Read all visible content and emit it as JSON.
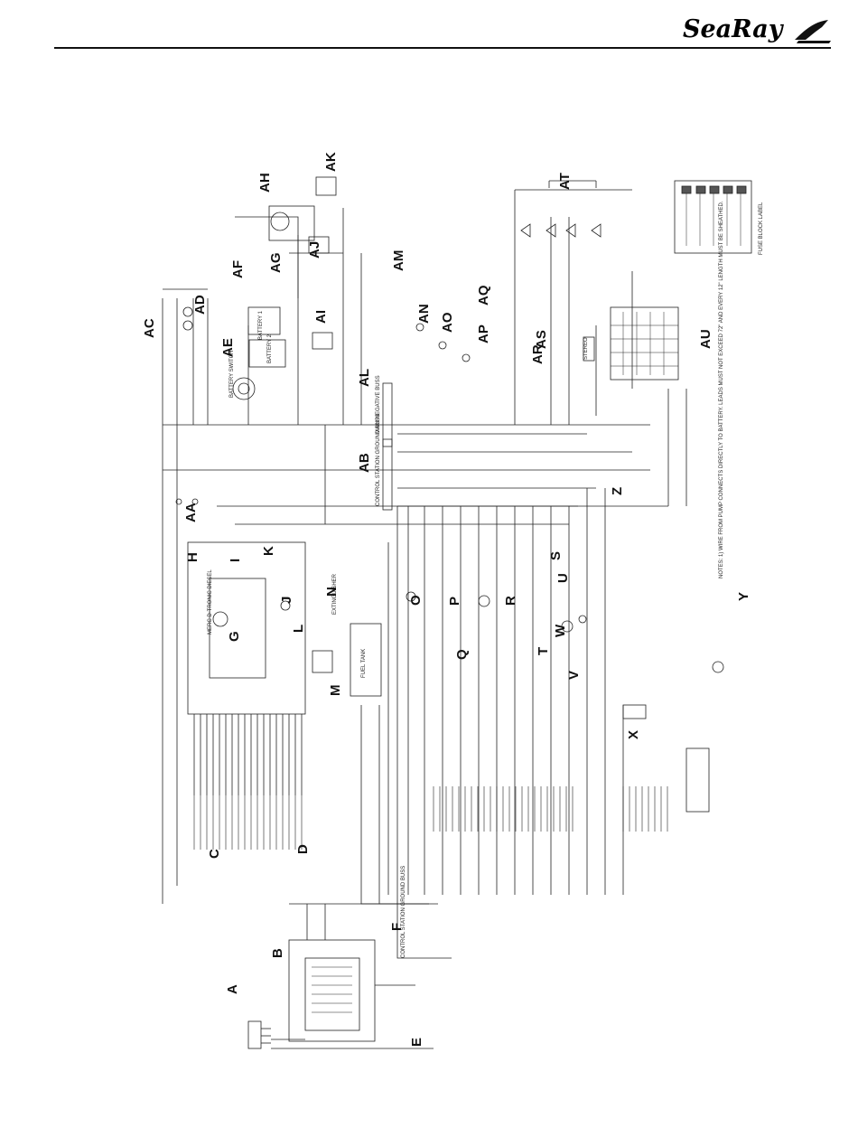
{
  "header": {
    "brand": "SeaRay"
  },
  "diagram": {
    "component_labels": [
      "A",
      "B",
      "C",
      "D",
      "E",
      "F",
      "G",
      "H",
      "I",
      "J",
      "K",
      "L",
      "M",
      "N",
      "O",
      "P",
      "Q",
      "R",
      "S",
      "T",
      "U",
      "V",
      "W",
      "X",
      "Y",
      "Z",
      "AA",
      "AB",
      "AC",
      "AD",
      "AE",
      "AF",
      "AG",
      "AH",
      "AI",
      "AJ",
      "AK",
      "AL",
      "AM",
      "AN",
      "AO",
      "AP",
      "AQ",
      "AR",
      "AS",
      "AT",
      "AU"
    ],
    "notes": {
      "engine": "MERC D-TRONIC DIESEL",
      "fuel_tank": "FUEL TANK",
      "extinguisher": "EXTINGUISHER",
      "battery_1": "BATTERY 1",
      "battery_2": "BATTERY 2",
      "battery_switch": "BATTERY SWITCH",
      "stereo": "STEREO",
      "control_station": "CONTROL STATION GROUND BUSS",
      "ground_buss": "CONTROL STATION GROUND BUSS",
      "neg_buss": "MAIN NEGATIVE BUSS",
      "fuse_block": "FUSE BLOCK LABEL",
      "footnote": "NOTES: 1) WIRE FROM PUMP CONNECTS DIRECTLY TO BATTERY. LEADS MUST NOT EXCEED 72\" AND EVERY 12\" LENGTH MUST BE SHEATHED."
    }
  }
}
